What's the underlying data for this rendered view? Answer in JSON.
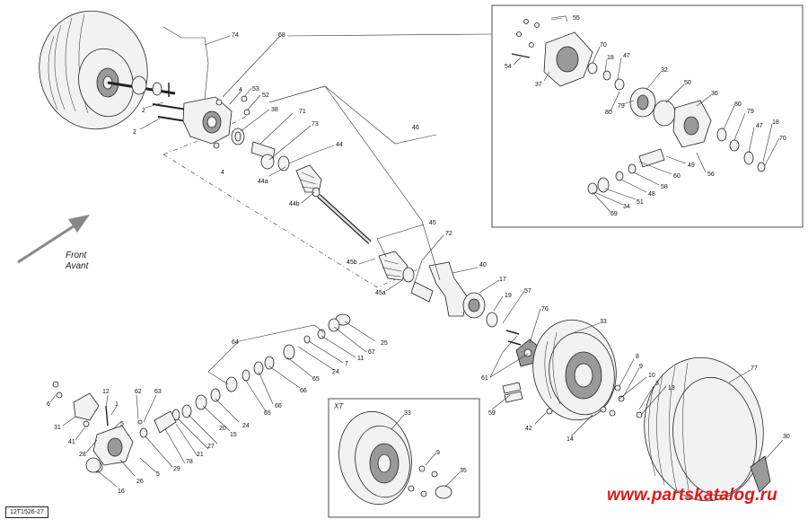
{
  "diagram": {
    "reference_code": "12T1526-27",
    "watermark": "www.partskatalog.ru",
    "direction_label": [
      "Front",
      "Avant"
    ],
    "inset_variant_label": "XT",
    "callouts": [
      {
        "id": "74"
      },
      {
        "id": "68"
      },
      {
        "id": "2a",
        "text": "2"
      },
      {
        "id": "2b",
        "text": "2"
      },
      {
        "id": "4a",
        "text": "4"
      },
      {
        "id": "4b",
        "text": "4"
      },
      {
        "id": "53"
      },
      {
        "id": "52"
      },
      {
        "id": "38"
      },
      {
        "id": "71"
      },
      {
        "id": "73"
      },
      {
        "id": "44"
      },
      {
        "id": "44a"
      },
      {
        "id": "44b"
      },
      {
        "id": "46"
      },
      {
        "id": "45"
      },
      {
        "id": "45b"
      },
      {
        "id": "45a"
      },
      {
        "id": "72"
      },
      {
        "id": "40"
      },
      {
        "id": "17"
      },
      {
        "id": "19"
      },
      {
        "id": "57"
      },
      {
        "id": "76"
      },
      {
        "id": "33a",
        "text": "33"
      },
      {
        "id": "77"
      },
      {
        "id": "8"
      },
      {
        "id": "9a",
        "text": "9"
      },
      {
        "id": "10"
      },
      {
        "id": "3"
      },
      {
        "id": "13"
      },
      {
        "id": "14"
      },
      {
        "id": "42"
      },
      {
        "id": "59"
      },
      {
        "id": "61"
      },
      {
        "id": "30"
      },
      {
        "id": "64"
      },
      {
        "id": "25"
      },
      {
        "id": "67"
      },
      {
        "id": "11"
      },
      {
        "id": "7"
      },
      {
        "id": "24a",
        "text": "24"
      },
      {
        "id": "65a",
        "text": "65"
      },
      {
        "id": "66a",
        "text": "66"
      },
      {
        "id": "66b",
        "text": "66"
      },
      {
        "id": "65b",
        "text": "65"
      },
      {
        "id": "24b",
        "text": "24"
      },
      {
        "id": "20"
      },
      {
        "id": "15"
      },
      {
        "id": "27"
      },
      {
        "id": "21"
      },
      {
        "id": "78"
      },
      {
        "id": "29"
      },
      {
        "id": "62"
      },
      {
        "id": "63"
      },
      {
        "id": "12"
      },
      {
        "id": "1"
      },
      {
        "id": "5a",
        "text": "5"
      },
      {
        "id": "5b",
        "text": "5"
      },
      {
        "id": "6"
      },
      {
        "id": "31"
      },
      {
        "id": "41"
      },
      {
        "id": "28"
      },
      {
        "id": "26"
      },
      {
        "id": "16"
      },
      {
        "id": "33b",
        "text": "33"
      },
      {
        "id": "9b",
        "text": "9"
      },
      {
        "id": "35"
      },
      {
        "id": "55"
      },
      {
        "id": "70a",
        "text": "70"
      },
      {
        "id": "18a",
        "text": "18"
      },
      {
        "id": "47a",
        "text": "47"
      },
      {
        "id": "54"
      },
      {
        "id": "37"
      },
      {
        "id": "32"
      },
      {
        "id": "50"
      },
      {
        "id": "79a",
        "text": "79"
      },
      {
        "id": "80a",
        "text": "80"
      },
      {
        "id": "36"
      },
      {
        "id": "80b",
        "text": "80"
      },
      {
        "id": "79b",
        "text": "79"
      },
      {
        "id": "47b",
        "text": "47"
      },
      {
        "id": "18b",
        "text": "18"
      },
      {
        "id": "70b",
        "text": "70"
      },
      {
        "id": "56"
      },
      {
        "id": "49"
      },
      {
        "id": "60"
      },
      {
        "id": "58"
      },
      {
        "id": "48"
      },
      {
        "id": "51"
      },
      {
        "id": "34"
      },
      {
        "id": "69"
      }
    ]
  }
}
